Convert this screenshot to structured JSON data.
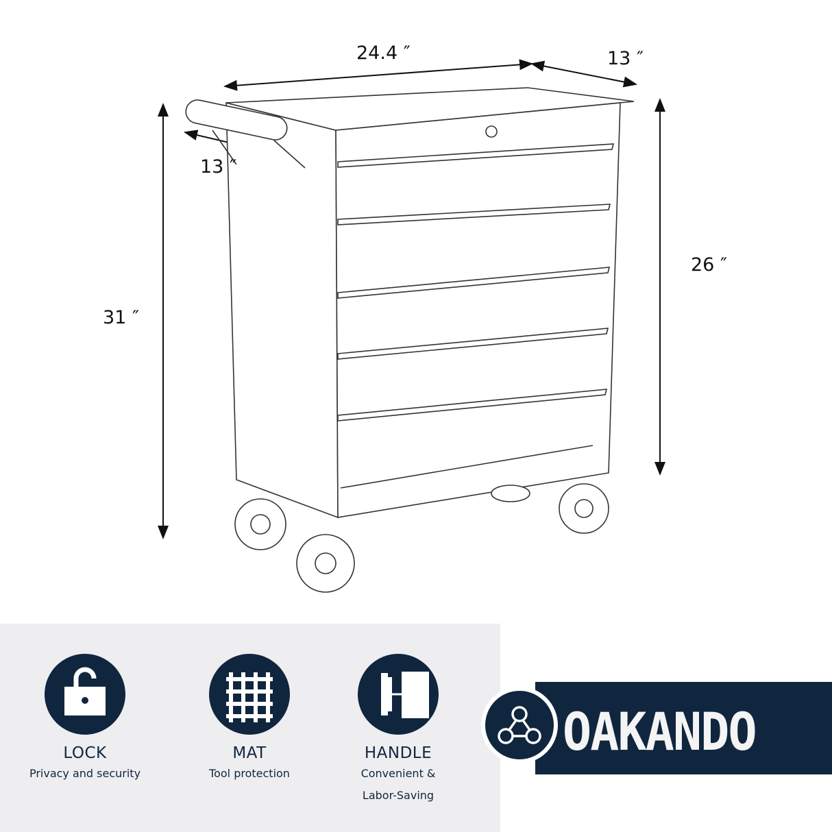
{
  "dimensions": {
    "width": "24.4 ″",
    "depth_top": "13 ″",
    "handle_depth": "13 ″",
    "total_height": "31 ″",
    "body_height": "26 ″"
  },
  "features": [
    {
      "icon": "lock-icon",
      "title": "LOCK",
      "subtitle": [
        "Privacy and security"
      ]
    },
    {
      "icon": "mat-grid-icon",
      "title": "MAT",
      "subtitle": [
        "Tool protection"
      ]
    },
    {
      "icon": "handle-icon",
      "title": "HANDLE",
      "subtitle": [
        "Convenient &",
        "Labor-Saving"
      ]
    }
  ],
  "brand": {
    "name": "OAKANDO",
    "logo_icon": "three-node-icon"
  },
  "colors": {
    "navy": "#10263f",
    "panel": "#eeeef0"
  }
}
